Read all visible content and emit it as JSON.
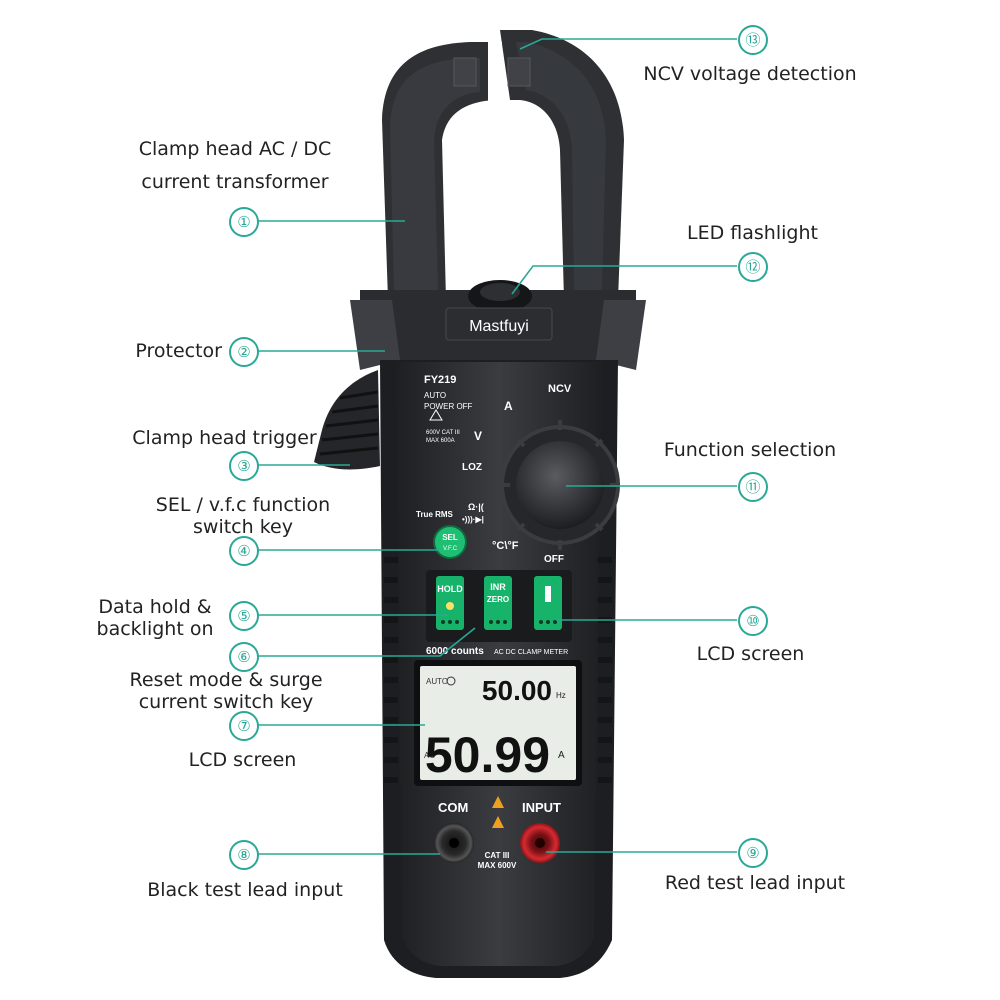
{
  "device": {
    "brand": "Mastfuyi",
    "model": "FY219",
    "auto_power_off": [
      "AUTO",
      "POWER OFF"
    ],
    "rating": [
      "600V CAT III",
      "MAX 600A"
    ],
    "true_rms": "True RMS",
    "sel_key": [
      "SEL",
      "V.F.C"
    ],
    "dial": {
      "ncv": "NCV",
      "amp_ac": "A",
      "volt_ac": "V",
      "loz": "LOZ",
      "ohm": "Ω·|(",
      "diode": "•)))·▶|",
      "temp": "°C\\°F",
      "off": "OFF"
    },
    "buttons": {
      "hold": "HOLD",
      "inr": "INR",
      "zero": "ZERO"
    },
    "counts_label": "6000 counts",
    "meter_label": "AC DC CLAMP METER",
    "lcd": {
      "auto": "AUTO",
      "freq": "50.00",
      "freq_unit": "Hz",
      "main": "50.99",
      "main_unit": "A",
      "ac": "AC"
    },
    "terminals": {
      "com": "COM",
      "input": "INPUT",
      "rating": [
        "CAT III",
        "MAX 600V"
      ]
    }
  },
  "callouts": [
    {
      "n": "①",
      "lines": [
        "Clamp head AC / DC",
        "current transformer"
      ]
    },
    {
      "n": "②",
      "lines": [
        "Protector"
      ]
    },
    {
      "n": "③",
      "lines": [
        "Clamp head trigger"
      ]
    },
    {
      "n": "④",
      "lines": [
        "SEL / v.f.c function",
        "switch key"
      ]
    },
    {
      "n": "⑤",
      "lines": [
        "Data hold &",
        "backlight on"
      ]
    },
    {
      "n": "⑥",
      "lines": [
        "Reset mode & surge",
        "current switch key"
      ]
    },
    {
      "n": "⑦",
      "lines": [
        "LCD screen"
      ]
    },
    {
      "n": "⑧",
      "lines": [
        "Black test lead input"
      ]
    },
    {
      "n": "⑨",
      "lines": [
        "Red test lead input"
      ]
    },
    {
      "n": "⑩",
      "lines": [
        "LCD screen"
      ]
    },
    {
      "n": "⑪",
      "lines": [
        "Function selection"
      ]
    },
    {
      "n": "⑫",
      "lines": [
        "LED flashlight"
      ]
    },
    {
      "n": "⑬",
      "lines": [
        "NCV voltage detection"
      ]
    }
  ],
  "colors": {
    "accent": "#2aa896",
    "body": "#2b2d30",
    "rubber": "#1c1d1f",
    "lcd": "#e9ede7",
    "button": "#1fbf73",
    "red_jack": "#c81e26"
  }
}
